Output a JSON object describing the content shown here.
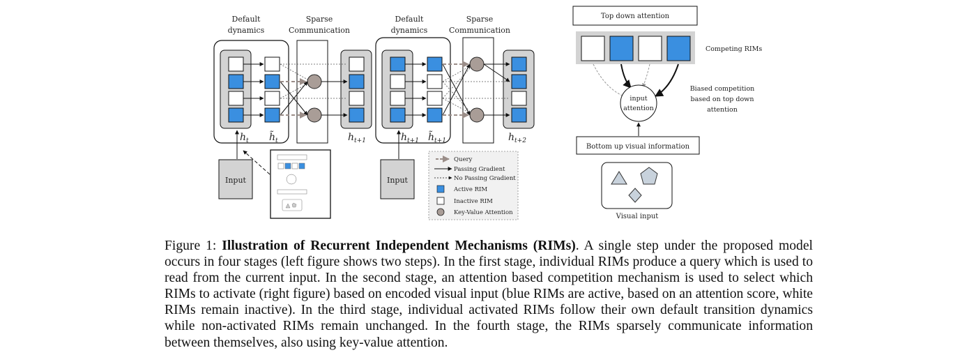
{
  "figure": {
    "left_panel": {
      "step1": {
        "default_dynamics_label": [
          "Default",
          "dynamics"
        ],
        "sparse_comm_label": [
          "Sparse",
          "Communication"
        ],
        "h_t": "h",
        "h_t_sub": "t",
        "h_tilde_t": "h̃",
        "h_tilde_t_sub": "t",
        "h_t1": "h",
        "h_t1_sub": "t+1",
        "input_label": "Input",
        "rims_in": [
          "white",
          "blue",
          "white",
          "blue"
        ],
        "rims_mid": [
          "white",
          "blue",
          "white",
          "blue"
        ],
        "rims_out": [
          "white",
          "blue",
          "white",
          "blue"
        ]
      },
      "step2": {
        "default_dynamics_label": [
          "Default",
          "dynamics"
        ],
        "sparse_comm_label": [
          "Sparse",
          "Communication"
        ],
        "h_t1": "h",
        "h_t1_sub": "t+1",
        "h_tilde_t1": "h̃",
        "h_tilde_t1_sub": "t+1",
        "h_t2": "h",
        "h_t2_sub": "t+2",
        "input_label": "Input",
        "rims_in": [
          "blue",
          "white",
          "white",
          "blue"
        ],
        "rims_mid": [
          "blue",
          "white",
          "white",
          "blue"
        ],
        "rims_out": [
          "blue",
          "blue",
          "white",
          "blue"
        ]
      },
      "legend": {
        "items": [
          {
            "icon": "query-arrow-icon",
            "label": "Query"
          },
          {
            "icon": "solid-arrow-icon",
            "label": "Passing Gradient"
          },
          {
            "icon": "dashed-arrow-icon",
            "label": "No Passing Gradient"
          },
          {
            "icon": "blue-square-icon",
            "label": "Active RIM"
          },
          {
            "icon": "white-square-icon",
            "label": "Inactive RIM"
          },
          {
            "icon": "gray-circle-icon",
            "label": "Key-Value Attention"
          }
        ]
      }
    },
    "right_panel": {
      "top_down_label": "Top down attention",
      "competing_rims_label": "Competing RIMs",
      "competing_rims": [
        "white",
        "blue",
        "white",
        "blue"
      ],
      "input_attention_label": [
        "input",
        "attention"
      ],
      "biased_competition_label": [
        "Biased competition",
        "based on top down",
        "attention"
      ],
      "bottom_up_label": "Bottom up visual information",
      "visual_input_label": "Visual input"
    }
  },
  "caption": {
    "prefix": "Figure 1: ",
    "title": "Illustration of Recurrent Independent Mechanisms (RIMs)",
    "body": ".  A single step under the proposed model occurs in four stages (left figure shows two steps). In the first stage, individual RIMs produce a query which is used to read from the current input. In the second stage, an attention based competition mechanism is used to select which RIMs to activate (right figure) based on encoded visual input (blue RIMs are active, based on an attention score, white RIMs remain inactive). In the third stage, individual activated RIMs follow their own default transition dynamics while non-activated RIMs remain unchanged. In the fourth stage, the RIMs sparsely communicate information between themselves, also using key-value attention."
  },
  "colors": {
    "blue": "#3a8fe0",
    "white": "#ffffff",
    "gray_panel": "#d3d3d3",
    "attention_circle": "#a99d97",
    "query_arrow": "#9a8d88"
  }
}
